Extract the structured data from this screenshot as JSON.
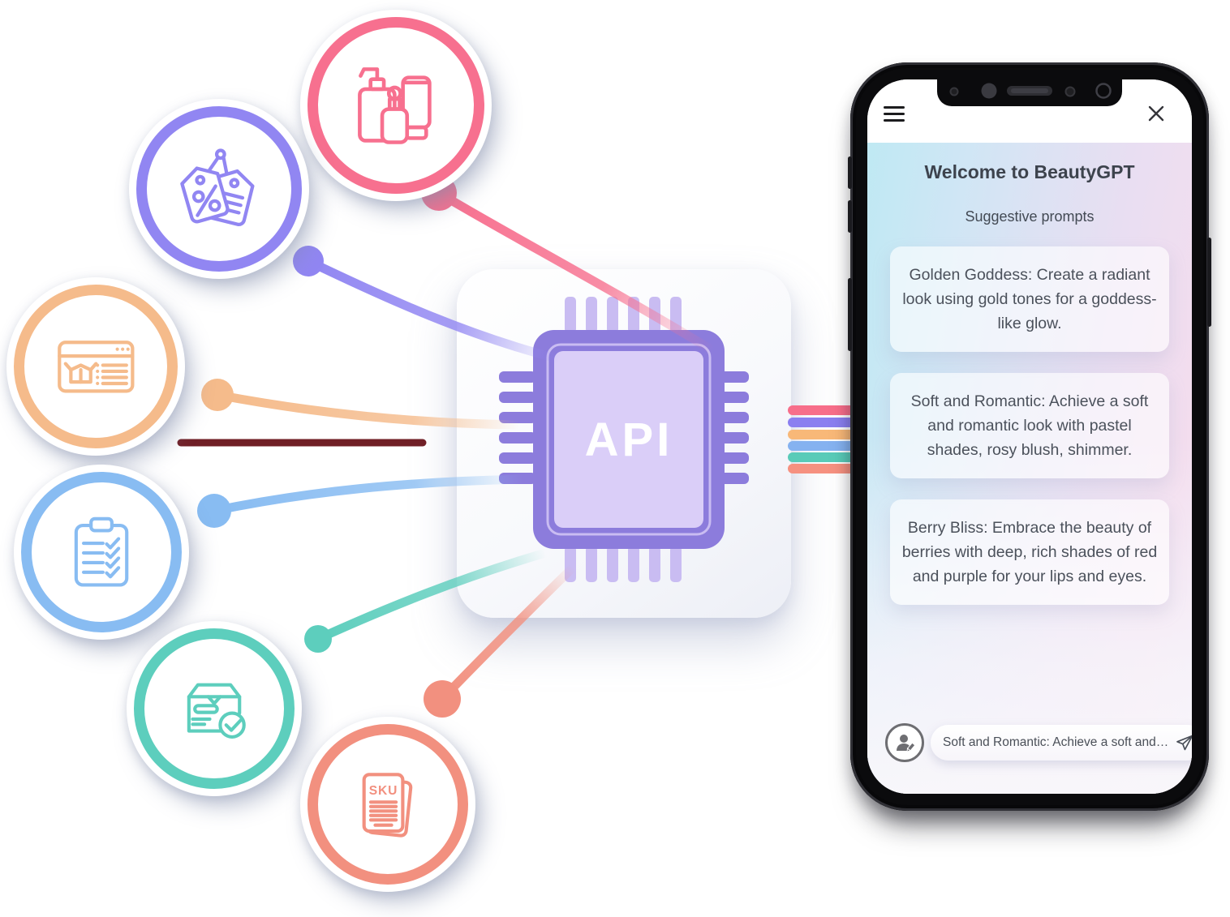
{
  "colors": {
    "pink": "#F7708F",
    "purple": "#9186F2",
    "orange": "#F5BB8B",
    "blue": "#88BCF2",
    "teal": "#5DCEBD",
    "salmon": "#F2907F",
    "dark-red": "#701F26",
    "chip": "#8C7CDC",
    "chip-pin-light": "#C9BCF2",
    "chip-panel": "#DACEF8",
    "bar-pink": "#F76E8A",
    "bar-purple": "#8B7FF0",
    "bar-orange": "#F8B878",
    "bar-blue": "#85B2F0",
    "bar-teal": "#59CBB8",
    "bar-salmon": "#F69180"
  },
  "diagram": {
    "api_label": "API",
    "sku_label": "SKU",
    "sources": [
      {
        "name": "cosmetic products",
        "icon": "cosmetics-icon",
        "color": "#F7708F"
      },
      {
        "name": "discount price tags",
        "icon": "price-tags-icon",
        "color": "#9186F2"
      },
      {
        "name": "orders browser window",
        "icon": "orders-window-icon",
        "color": "#F5BB8B"
      },
      {
        "name": "inventory checklist",
        "icon": "checklist-icon",
        "color": "#88BCF2"
      },
      {
        "name": "package delivered",
        "icon": "package-check-icon",
        "color": "#5DCEBD"
      },
      {
        "name": "sku documents",
        "icon": "sku-document-icon",
        "color": "#F2907F"
      }
    ]
  },
  "phone": {
    "title": "Welcome to BeautyGPT",
    "subtitle": "Suggestive prompts",
    "prompt_cards": [
      {
        "text": "Golden Goddess: Create a radiant look using gold tones for a goddess-like glow."
      },
      {
        "text": "Soft and Romantic: Achieve a soft and romantic look with pastel shades, rosy blush, shimmer."
      },
      {
        "text": "Berry Bliss: Embrace the beauty of berries with deep, rich shades of red and purple for your lips and eyes."
      }
    ],
    "chat_input": {
      "value": "Soft and Romantic: Achieve a soft and…"
    }
  }
}
